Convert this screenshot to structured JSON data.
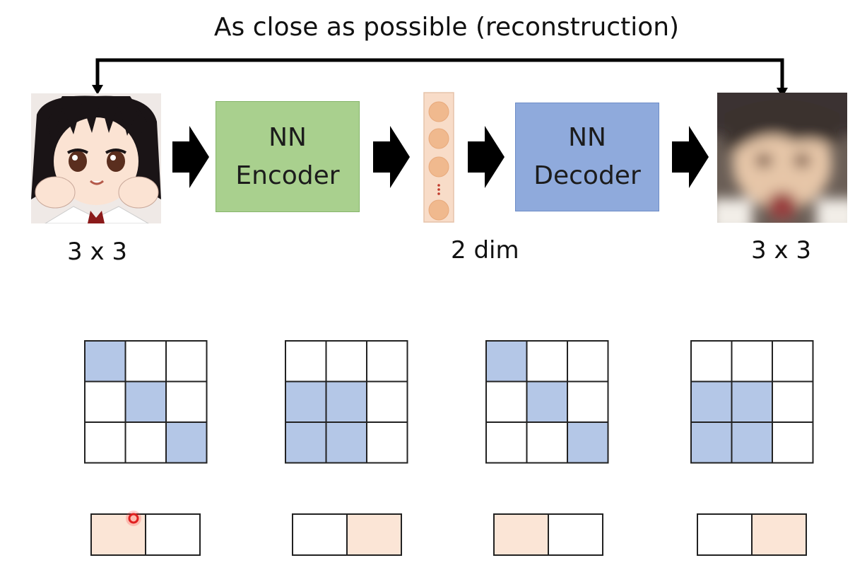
{
  "title": "As close as possible  (reconstruction)",
  "encoder": {
    "line1": "NN",
    "line2": "Encoder"
  },
  "decoder": {
    "line1": "NN",
    "line2": "Decoder"
  },
  "labels": {
    "input_size": "3 x 3",
    "code_size": "2 dim",
    "output_size": "3 x 3"
  },
  "colors": {
    "encoder_fill": "#a9d08e",
    "decoder_fill": "#8faadc",
    "code_fill": "#f8dcc8",
    "grid_fill": "#b4c7e7",
    "code_cell_fill": "#fbe5d6",
    "cursor": "#e02020"
  },
  "examples": [
    {
      "grid": [
        [
          1,
          0,
          0
        ],
        [
          0,
          1,
          0
        ],
        [
          0,
          0,
          1
        ]
      ],
      "code": [
        1,
        0
      ]
    },
    {
      "grid": [
        [
          0,
          0,
          0
        ],
        [
          1,
          1,
          0
        ],
        [
          1,
          1,
          0
        ]
      ],
      "code": [
        0,
        1
      ]
    },
    {
      "grid": [
        [
          1,
          0,
          0
        ],
        [
          0,
          1,
          0
        ],
        [
          0,
          0,
          1
        ]
      ],
      "code": [
        1,
        0
      ]
    },
    {
      "grid": [
        [
          0,
          0,
          0
        ],
        [
          1,
          1,
          0
        ],
        [
          1,
          1,
          0
        ]
      ],
      "code": [
        0,
        1
      ]
    }
  ]
}
